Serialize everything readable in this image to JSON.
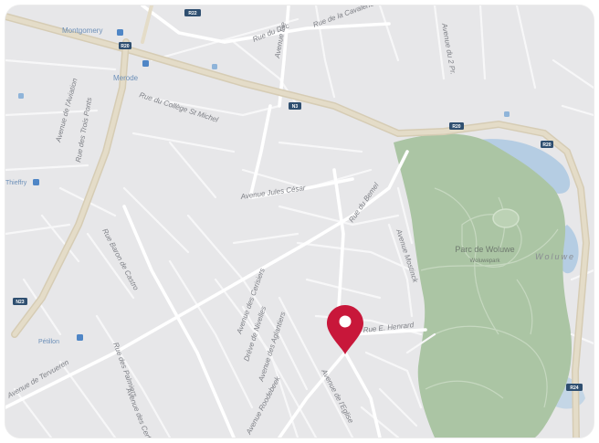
{
  "map": {
    "colors": {
      "background": "#e7e7e9",
      "street": "#ffffff",
      "highway": "#d9cfb8",
      "park": "#a9c4a3",
      "water": "#a9c6e0",
      "pin": "#c8173a",
      "shield": "#2f4f70"
    },
    "street_labels": [
      "Rue du Dec",
      "Rue de la Cavalerie",
      "Avenue du 2 Pr.",
      "Avenue Lie",
      "Rue du Collège St Michel",
      "Avenue de l'Aviation",
      "Rue des Trois Ponts",
      "Avenue Jules César",
      "Rue du Bemel",
      "Avenue Mostinck",
      "Rue Baron de Castro",
      "Rue E. Henrard",
      "Avenue des Cerisiers",
      "Drève de Nivelles",
      "Avenue des Aglantiers",
      "Rue des Palmiers",
      "Avenue Roodebeek",
      "Avenue de l'Eglise",
      "Avenue des Cerfs",
      "Avenue de Tervueren"
    ],
    "park_name": "Parc de Woluwe",
    "park_subname": "Woluwepark",
    "area_label": "Woluwe",
    "place_labels": [
      "Montgomery",
      "Merode",
      "Pétillon",
      "Thieffry"
    ],
    "road_shields": [
      "R22",
      "R20",
      "N3",
      "N23",
      "R21",
      "R24"
    ],
    "pin_icon": "map-pin-icon"
  }
}
